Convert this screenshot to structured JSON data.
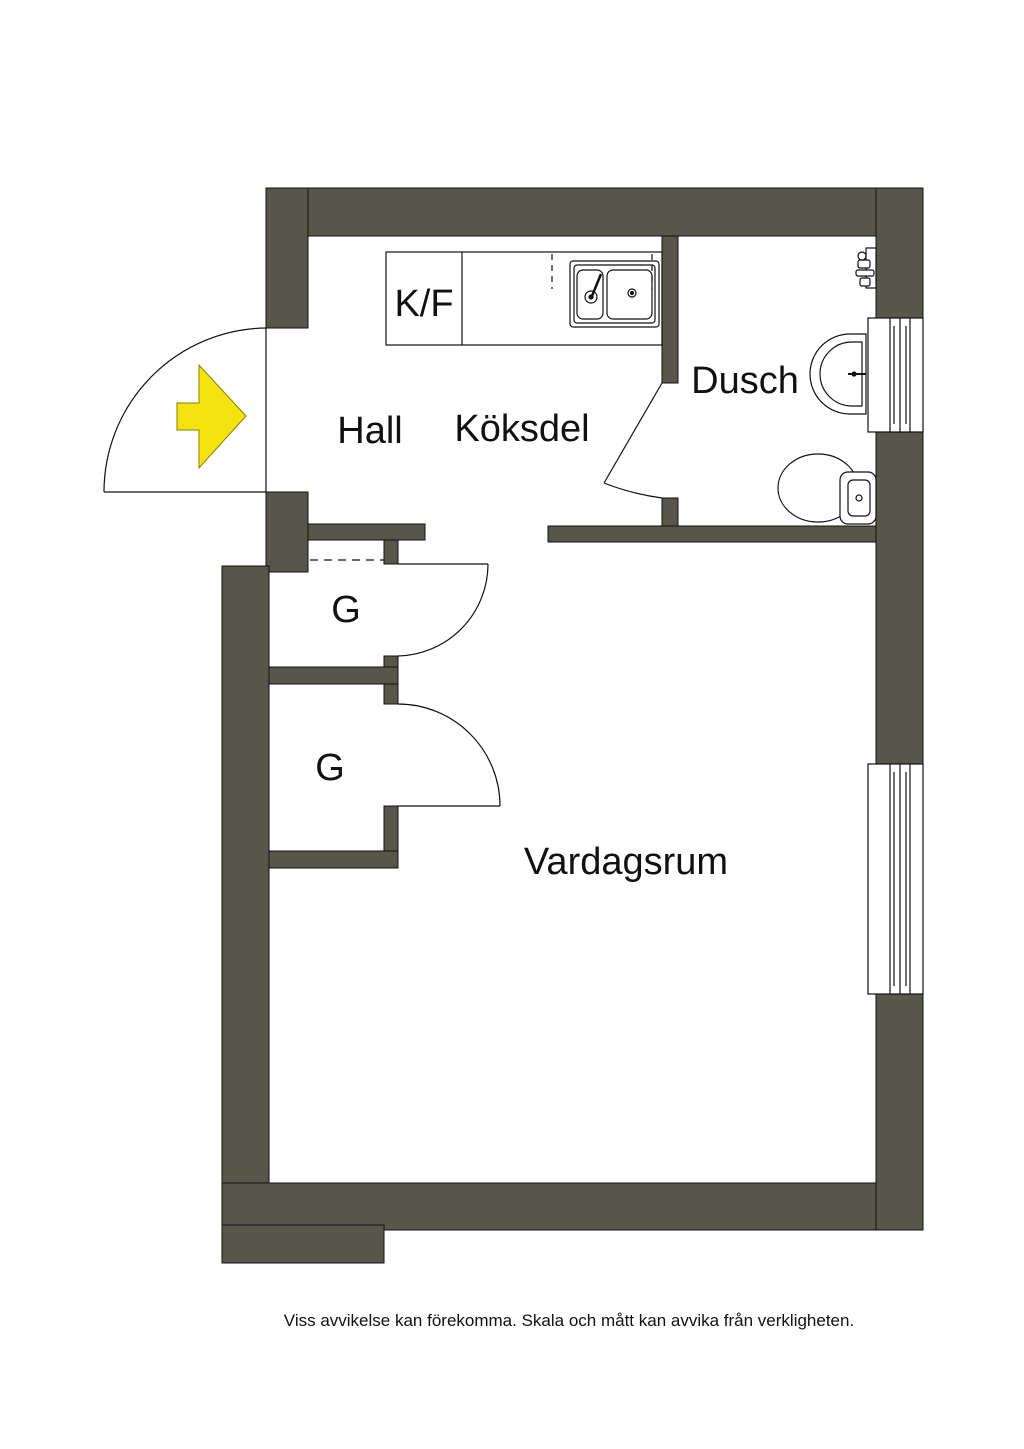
{
  "rooms": {
    "hall": "Hall",
    "koksdel": "Köksdel",
    "dusch": "Dusch",
    "vardagsrum": "Vardagsrum",
    "garderob_1": "G",
    "garderob_2": "G",
    "kyl_frys": "K/F"
  },
  "entrance": {
    "icon": "entrance-arrow-icon"
  },
  "disclaimer": "Viss avvikelse kan förekomma. Skala och mått kan avvika från verkligheten.",
  "colors": {
    "wall": "#58554B",
    "entrance_arrow": "#F5E211",
    "line": "#111111",
    "background": "#FFFFFF"
  }
}
